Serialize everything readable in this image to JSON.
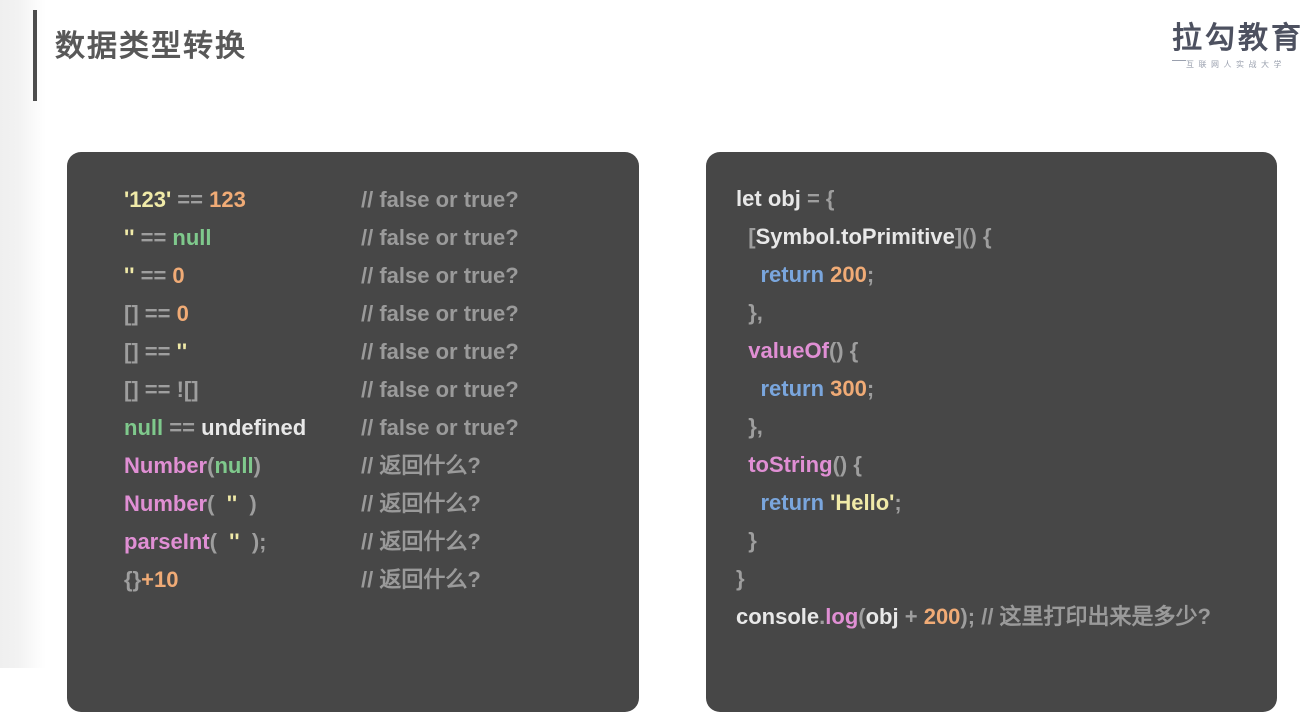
{
  "header": {
    "title": "数据类型转换",
    "brand": {
      "name": "拉勾教育",
      "subtitle": "互联网人实战大学"
    },
    "accent_color": "#4c4c4c",
    "title_color": "#585858",
    "brand_color": "#4d5160"
  },
  "theme": {
    "page_background": "#ffffff",
    "code_background": "#474747",
    "string_color": "#f0eaa8",
    "number_color": "#f0ab76",
    "null_color": "#7fc98c",
    "operator_color": "#9e9e9e",
    "function_color": "#e08fd4",
    "keyword_color": "#7aa6dd",
    "plain_color": "#e8e8e8",
    "comment_color": "#9a9a9a"
  },
  "left_code_block": {
    "lines": [
      {
        "expr": [
          {
            "t": "'123'",
            "c": "str"
          },
          {
            "t": " ",
            "c": "plain"
          },
          {
            "t": "==",
            "c": "op"
          },
          {
            "t": " ",
            "c": "plain"
          },
          {
            "t": "123",
            "c": "num"
          }
        ],
        "comment": "// false or true?"
      },
      {
        "expr": [
          {
            "t": "''",
            "c": "str"
          },
          {
            "t": " ",
            "c": "plain"
          },
          {
            "t": "==",
            "c": "op"
          },
          {
            "t": " ",
            "c": "plain"
          },
          {
            "t": "null",
            "c": "null"
          }
        ],
        "comment": "// false or true?"
      },
      {
        "expr": [
          {
            "t": "''",
            "c": "str"
          },
          {
            "t": " ",
            "c": "plain"
          },
          {
            "t": "==",
            "c": "op"
          },
          {
            "t": " ",
            "c": "plain"
          },
          {
            "t": "0",
            "c": "num"
          }
        ],
        "comment": "// false or true?"
      },
      {
        "expr": [
          {
            "t": "[]",
            "c": "punc"
          },
          {
            "t": " ",
            "c": "plain"
          },
          {
            "t": "==",
            "c": "op"
          },
          {
            "t": " ",
            "c": "plain"
          },
          {
            "t": "0",
            "c": "num"
          }
        ],
        "comment": "// false or true?"
      },
      {
        "expr": [
          {
            "t": "[]",
            "c": "punc"
          },
          {
            "t": " ",
            "c": "plain"
          },
          {
            "t": "==",
            "c": "op"
          },
          {
            "t": " ",
            "c": "plain"
          },
          {
            "t": "''",
            "c": "str"
          }
        ],
        "comment": "// false or true?"
      },
      {
        "expr": [
          {
            "t": "[]",
            "c": "punc"
          },
          {
            "t": " ",
            "c": "plain"
          },
          {
            "t": "==",
            "c": "op"
          },
          {
            "t": " ",
            "c": "plain"
          },
          {
            "t": "![]",
            "c": "punc"
          }
        ],
        "comment": "// false or true?"
      },
      {
        "expr": [
          {
            "t": "null",
            "c": "null"
          },
          {
            "t": " ",
            "c": "plain"
          },
          {
            "t": "==",
            "c": "op"
          },
          {
            "t": " ",
            "c": "plain"
          },
          {
            "t": "undefined",
            "c": "plain"
          }
        ],
        "comment": "// false or true?"
      },
      {
        "expr": [
          {
            "t": "Number",
            "c": "fn"
          },
          {
            "t": "(",
            "c": "punc"
          },
          {
            "t": "null",
            "c": "null"
          },
          {
            "t": ")",
            "c": "punc"
          }
        ],
        "comment": "// 返回什么?"
      },
      {
        "expr": [
          {
            "t": "Number",
            "c": "fn"
          },
          {
            "t": "(  ",
            "c": "punc"
          },
          {
            "t": "''",
            "c": "str"
          },
          {
            "t": "  )",
            "c": "punc"
          }
        ],
        "comment": "// 返回什么?"
      },
      {
        "expr": [
          {
            "t": "parseInt",
            "c": "fn"
          },
          {
            "t": "(  ",
            "c": "punc"
          },
          {
            "t": "''",
            "c": "str"
          },
          {
            "t": "  );",
            "c": "punc"
          }
        ],
        "comment": "// 返回什么?"
      },
      {
        "expr": [
          {
            "t": "{}",
            "c": "punc"
          },
          {
            "t": "+",
            "c": "num"
          },
          {
            "t": "10",
            "c": "num"
          }
        ],
        "comment": "// 返回什么?"
      }
    ]
  },
  "right_code_block": {
    "lines": [
      {
        "wrap": false,
        "tokens": [
          {
            "t": "let",
            "c": "plain"
          },
          {
            "t": " ",
            "c": "plain"
          },
          {
            "t": "obj",
            "c": "plain"
          },
          {
            "t": " ",
            "c": "plain"
          },
          {
            "t": "=",
            "c": "op"
          },
          {
            "t": " ",
            "c": "plain"
          },
          {
            "t": "{",
            "c": "punc"
          }
        ]
      },
      {
        "wrap": false,
        "tokens": [
          {
            "t": "  ",
            "c": "plain"
          },
          {
            "t": "[",
            "c": "punc"
          },
          {
            "t": "Symbol.toPrimitive",
            "c": "plain"
          },
          {
            "t": "]",
            "c": "punc"
          },
          {
            "t": "()",
            "c": "punc"
          },
          {
            "t": " ",
            "c": "plain"
          },
          {
            "t": "{",
            "c": "punc"
          }
        ]
      },
      {
        "wrap": false,
        "tokens": [
          {
            "t": "    ",
            "c": "plain"
          },
          {
            "t": "return",
            "c": "kw"
          },
          {
            "t": " ",
            "c": "plain"
          },
          {
            "t": "200",
            "c": "num"
          },
          {
            "t": ";",
            "c": "punc"
          }
        ]
      },
      {
        "wrap": false,
        "tokens": [
          {
            "t": "  ",
            "c": "plain"
          },
          {
            "t": "},",
            "c": "punc"
          }
        ]
      },
      {
        "wrap": false,
        "tokens": [
          {
            "t": "  ",
            "c": "plain"
          },
          {
            "t": "valueOf",
            "c": "fn"
          },
          {
            "t": "()",
            "c": "punc"
          },
          {
            "t": " ",
            "c": "plain"
          },
          {
            "t": "{",
            "c": "punc"
          }
        ]
      },
      {
        "wrap": false,
        "tokens": [
          {
            "t": "    ",
            "c": "plain"
          },
          {
            "t": "return",
            "c": "kw"
          },
          {
            "t": " ",
            "c": "plain"
          },
          {
            "t": "300",
            "c": "num"
          },
          {
            "t": ";",
            "c": "punc"
          }
        ]
      },
      {
        "wrap": false,
        "tokens": [
          {
            "t": "  ",
            "c": "plain"
          },
          {
            "t": "},",
            "c": "punc"
          }
        ]
      },
      {
        "wrap": false,
        "tokens": [
          {
            "t": "  ",
            "c": "plain"
          },
          {
            "t": "toString",
            "c": "fn"
          },
          {
            "t": "()",
            "c": "punc"
          },
          {
            "t": " ",
            "c": "plain"
          },
          {
            "t": "{",
            "c": "punc"
          }
        ]
      },
      {
        "wrap": false,
        "tokens": [
          {
            "t": "    ",
            "c": "plain"
          },
          {
            "t": "return",
            "c": "kw"
          },
          {
            "t": " ",
            "c": "plain"
          },
          {
            "t": "'Hello'",
            "c": "str"
          },
          {
            "t": ";",
            "c": "punc"
          }
        ]
      },
      {
        "wrap": false,
        "tokens": [
          {
            "t": "  ",
            "c": "plain"
          },
          {
            "t": "}",
            "c": "punc"
          }
        ]
      },
      {
        "wrap": false,
        "tokens": [
          {
            "t": "}",
            "c": "punc"
          }
        ]
      },
      {
        "wrap": true,
        "tokens": [
          {
            "t": "console",
            "c": "plain"
          },
          {
            "t": ".",
            "c": "punc"
          },
          {
            "t": "log",
            "c": "fn"
          },
          {
            "t": "(",
            "c": "punc"
          },
          {
            "t": "obj",
            "c": "plain"
          },
          {
            "t": " ",
            "c": "plain"
          },
          {
            "t": "+",
            "c": "op"
          },
          {
            "t": " ",
            "c": "plain"
          },
          {
            "t": "200",
            "c": "num"
          },
          {
            "t": ");",
            "c": "punc"
          },
          {
            "t": " ",
            "c": "plain"
          },
          {
            "t": "// 这里打印出来是多少?",
            "c": "com"
          }
        ]
      }
    ]
  }
}
